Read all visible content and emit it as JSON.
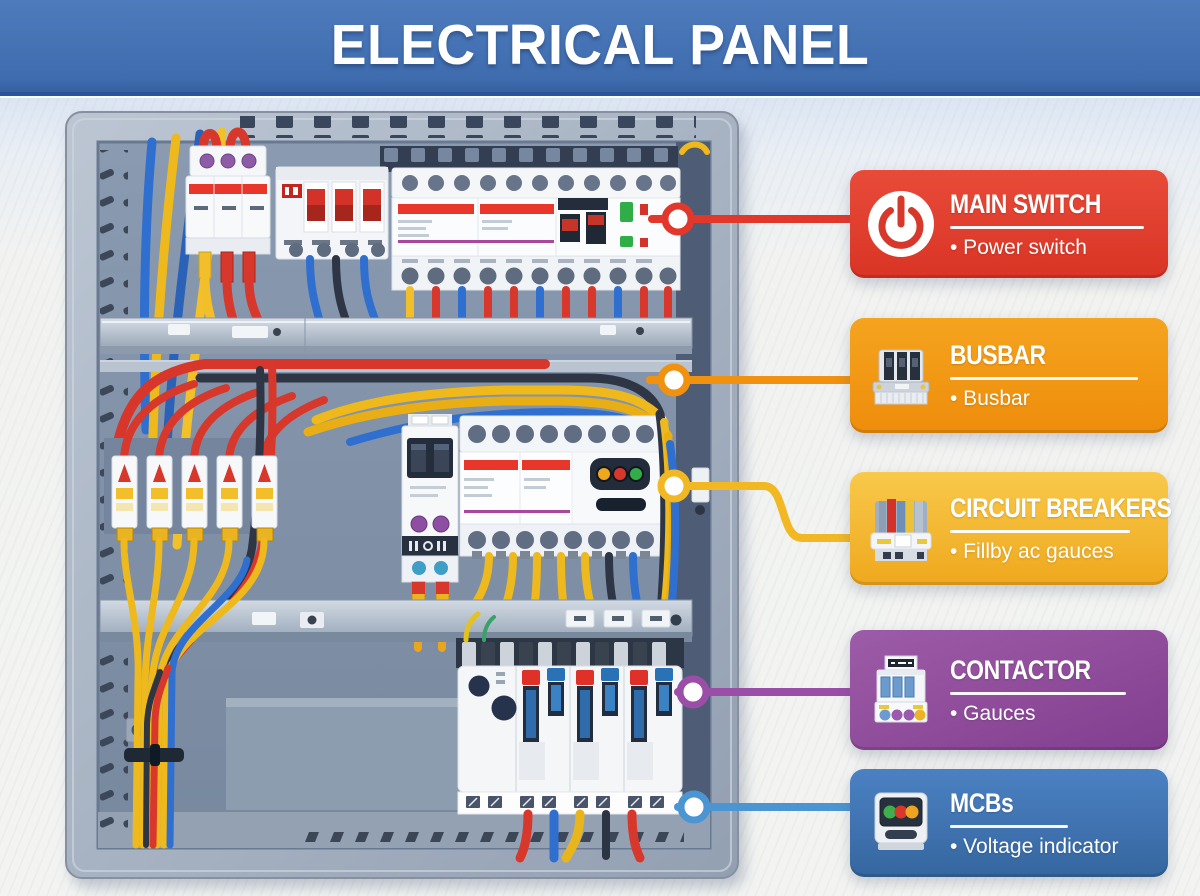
{
  "title": "ELECTRICAL PANEL",
  "theme": {
    "banner_blue": "#3E6CAE",
    "banner_edge": "#2B559B",
    "background": "#F3F4F2",
    "cabinet_gray": "#9DA9BA"
  },
  "cards": [
    {
      "id": "main-switch",
      "label": "MAIN SWITCH",
      "description": "• Power switch",
      "color": "#DD3A2B",
      "icon": "power-icon"
    },
    {
      "id": "busbar",
      "label": "BUSBAR",
      "description": "• Busbar",
      "color": "#F09410",
      "icon": "busbar-icon"
    },
    {
      "id": "circuit-breakers",
      "label": "CIRCUIT BREAKERS",
      "description": "• Fillby ac gauces",
      "color": "#F4B62E",
      "icon": "circuit-breakers-icon"
    },
    {
      "id": "contactor",
      "label": "CONTACTOR",
      "description": "• Gauces",
      "color": "#91489B",
      "icon": "contactor-icon"
    },
    {
      "id": "mcbs",
      "label": "MCBs",
      "description": "• Voltage indicator",
      "color": "#3D73B7",
      "icon": "mcb-icon"
    }
  ],
  "connectors": [
    {
      "target": "main-switch",
      "color": "#E2382C"
    },
    {
      "target": "busbar",
      "color": "#F19110"
    },
    {
      "target": "circuit-breakers",
      "color": "#F2B824"
    },
    {
      "target": "contactor",
      "color": "#9B4EA8"
    },
    {
      "target": "mcbs",
      "color": "#4B96D2"
    }
  ]
}
